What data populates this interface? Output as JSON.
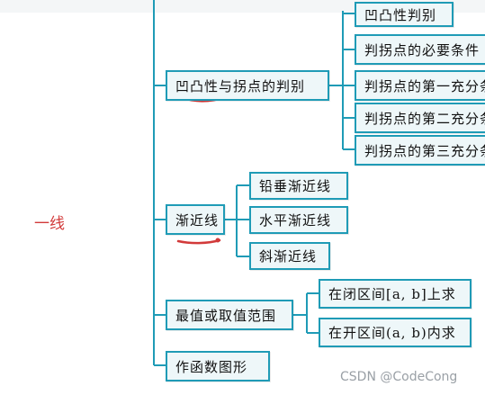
{
  "left_note": "一线",
  "nodes": {
    "concavity": "凹凸性与拐点的判别",
    "concavity_children": [
      "凹凸性判别",
      "判拐点的必要条件",
      "判拐点的第一充分条件",
      "判拐点的第二充分条件",
      "判拐点的第三充分条件"
    ],
    "asymptote": "渐近线",
    "asymptote_children": [
      "铅垂渐近线",
      "水平渐近线",
      "斜渐近线"
    ],
    "extremum": "最值或取值范围",
    "extremum_children": [
      "在闭区间[a, b]上求",
      "在开区间(a, b)内求"
    ],
    "graph": "作函数图形"
  },
  "watermark": "CSDN @CodeCong",
  "colors": {
    "box_border": "#1f9bb6",
    "box_fill": "#eef7f9",
    "annotation": "#d23a3a"
  }
}
